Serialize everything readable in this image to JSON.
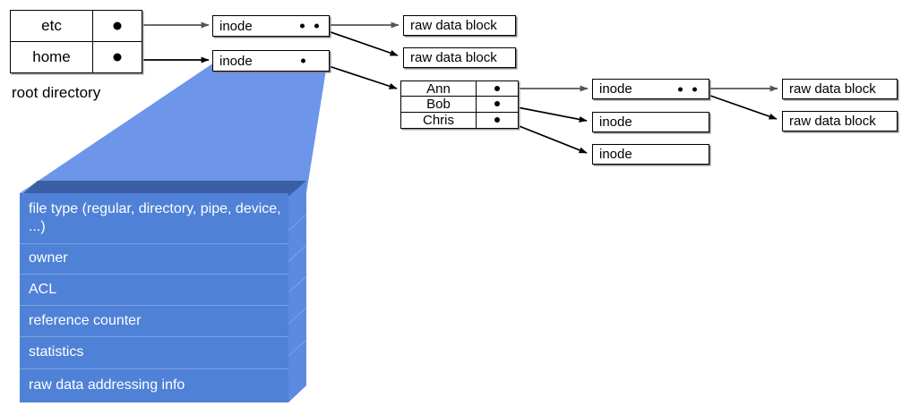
{
  "diagram": {
    "title": "unix-inode-directory-structure",
    "root_directory": {
      "caption": "root directory",
      "entries": [
        {
          "name": "etc",
          "pointer": "dot"
        },
        {
          "name": "home",
          "pointer": "dot"
        }
      ]
    },
    "home_directory": {
      "entries": [
        {
          "name": "Ann",
          "pointer": "dot"
        },
        {
          "name": "Bob",
          "pointer": "dot"
        },
        {
          "name": "Chris",
          "pointer": "dot"
        }
      ]
    },
    "inodes": [
      {
        "id": "inode-etc",
        "label": "inode",
        "pointers": 2
      },
      {
        "id": "inode-home",
        "label": "inode",
        "pointers": 1
      },
      {
        "id": "inode-ann",
        "label": "inode",
        "pointers": 2
      },
      {
        "id": "inode-bob",
        "label": "inode",
        "pointers": 0
      },
      {
        "id": "inode-chris",
        "label": "inode",
        "pointers": 0
      }
    ],
    "raw_data_blocks": [
      {
        "id": "rdb-etc-1",
        "label": "raw data block"
      },
      {
        "id": "rdb-etc-2",
        "label": "raw data block"
      },
      {
        "id": "rdb-ann-1",
        "label": "raw data block"
      },
      {
        "id": "rdb-ann-2",
        "label": "raw data block"
      }
    ],
    "inode_detail": {
      "fields": [
        "file type (regular, directory, pipe, device, ...)",
        "owner",
        "ACL",
        "reference counter",
        "statistics",
        "raw data addressing info"
      ]
    },
    "colors": {
      "detail_front": "#4f81d7",
      "detail_top": "#3b5fa5",
      "detail_side": "#5b8ae0",
      "wedge": "#6d96ea",
      "line": "#000000",
      "box_shadow": "#808080"
    }
  }
}
